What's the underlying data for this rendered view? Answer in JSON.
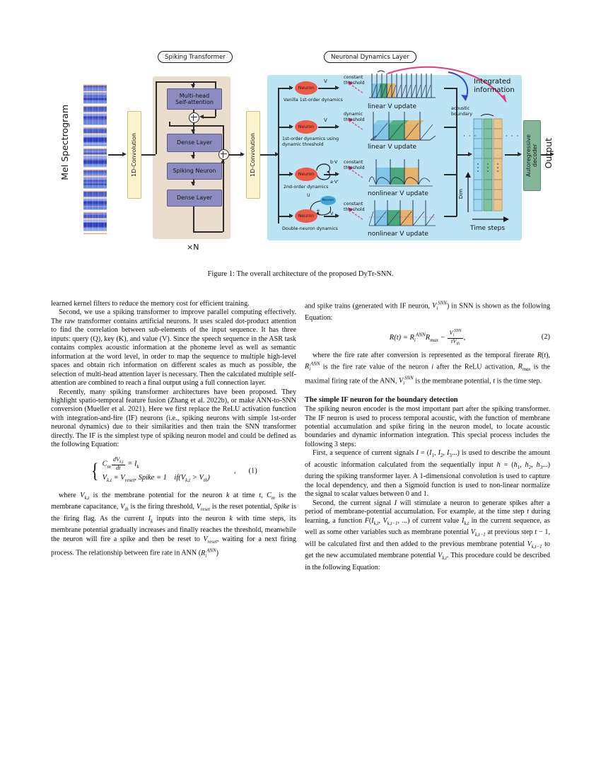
{
  "figure": {
    "labels": {
      "spiking_transformer": "Spiking Transformer",
      "neuronal_dynamics": "Neuronal Dynamics Layer"
    },
    "input_label": "Mel Spectrogram",
    "conv1_label": "1D-Convolution",
    "conv2_label": "1D-Convolution",
    "transformer_blocks": [
      "Multi-head\nSelf-attention",
      "Dense Layer",
      "Spiking Neuron",
      "Dense Layer"
    ],
    "block_mha_line1": "Multi-head",
    "block_mha_line2": "Self-attention",
    "block_dense1": "Dense Layer",
    "block_spiking": "Spiking Neuron",
    "block_dense2": "Dense Layer",
    "repeat_label": "×N",
    "neuron_label": "Neuron",
    "rows": [
      {
        "neuron": "Neuron",
        "signal": "V",
        "threshold_line1": "constant",
        "threshold_line2": "threshold",
        "caption": "Vanilla 1st-order dynamics",
        "update": "linear V update"
      },
      {
        "neuron": "Neuron",
        "signal": "V",
        "threshold_line1": "dynamic",
        "threshold_line2": "threshold",
        "caption_line1": "1st-order dynamics using",
        "caption_line2": "dynamic threshold",
        "update": "linear V update"
      },
      {
        "neuron": "Neuron",
        "feedback_top": "b·V",
        "feedback_bottom": "a·V'",
        "threshold_line1": "constant",
        "threshold_line2": "threshold",
        "caption": "2nd-order dynamics",
        "update": "nonlinear V update"
      },
      {
        "neuron": "Neuron",
        "neuron2": "Neuron",
        "feedback_u": "U",
        "feedback_plus": "+",
        "feedback_v": "V",
        "threshold_line1": "constant",
        "threshold_line2": "threshold",
        "caption": "Double-neuron dynamics",
        "update": "nonlinear V update"
      }
    ],
    "integrated_line1": "Integrated",
    "integrated_line2": "information",
    "acoustic_line1": "acoustic",
    "acoustic_line2": "boundary",
    "dim_axis_label": "Dim",
    "time_axis_label": "Time steps",
    "ellipsis": "· · ·",
    "decoder_label": "Autoregressive\ndecoder",
    "decoder_line1": "Autoregressive",
    "decoder_line2": "decoder",
    "output_label": "Output",
    "colors": {
      "transformer_panel": "#e9ddcd",
      "dynamics_panel": "#bde4f4",
      "block_purple": "#8d8cc0",
      "conv_yellow": "#fcf4ce",
      "decoder_green": "#86b69a",
      "neuron_red": "#ef5a46",
      "neuron_blue": "#3ea8dd",
      "trace_blue": "#7fc6e8",
      "trace_green": "#49a97d",
      "trace_orange": "#e8b268",
      "arrow_pink": "#e8397d",
      "arrow_blue": "#2f49c8"
    }
  },
  "caption": "Figure 1: The overall architecture of the proposed DyTr-SNN.",
  "left_column": {
    "p1": "learned kernel filters to reduce the memory cost for efficient training.",
    "p2": "Second, we use a spiking transformer to improve parallel computing effectively. The raw transformer contains artificial neurons. It uses scaled dot-product attention to find the correlation between sub-elements of the input sequence. It has three inputs: query (Q), key (K), and value (V). Since the speech sequence in the ASR task contains complex acoustic information at the phoneme level as well as semantic information at the word level, in order to map the sequence to multiple high-level spaces and obtain rich information on different scales as much as possible, the selection of multi-head attention layer is necessary. Then the calculated multiple self-attention are combined to reach a final output using a full connection layer.",
    "p3": "Recently, many spiking transformer architectures have been proposed. They highlight spatio-temporal feature fusion (Zhang et al. 2022b), or make ANN-to-SNN conversion (Mueller et al. 2021). Here we first replace the ReLU activation function with integration-and-fire (IF) neurons (i.e., spiking neurons with simple 1st-order neuronal dynamics) due to their similarities and then train the SNN transformer directly. The IF is the simplest type of spiking neuron model and could be defined as the following Equation:",
    "equation1": {
      "line1_lhs": "C",
      "line1_sub": "m",
      "line1_frac_num": "dV",
      "line1_frac_num_sub": "k,t",
      "line1_frac_den": "dt",
      "line1_rhs": "= I",
      "line1_rhs_sub": "k",
      "line2": "V",
      "line2_sub": "k,t",
      "line2_eq": "= V",
      "line2_sub2": "reset",
      "line2_spike": ", Spike = 1",
      "line2_cond": "if(V",
      "line2_cond_sub": "k,t",
      "line2_cond2": "> V",
      "line2_cond_sub2": "th",
      "line2_cond3": ")",
      "number": "(1)",
      "comma": ","
    },
    "p4": "where V_k,t is the membrane potential for the neuron k at time t, C_m is the membrane capacitance, V_th is the firing threshold, V_reset is the reset potential, Spike is the firing flag. As the current I_k inputs into the neuron k with time steps, its membrane potential gradually increases and finally reaches the threshold, meanwhile the neuron will fire a spike and then be reset to V_reset, waiting for a next firing process. The relationship between fire rate in ANN (R_i^ANN)"
  },
  "right_column": {
    "p1": "and spike trains (generated with IF neuron, V_i^SNN) in SNN is shown as the following Equation:",
    "equation2": {
      "lhs": "R(t) = R",
      "lhs_sup": "ANN",
      "lhs_sub": "i",
      "rmax": "R",
      "rmax_sub": "max",
      "minus": "−",
      "frac_num": "V",
      "frac_num_sup": "SNN",
      "frac_num_sub": "i",
      "frac_den": "tV",
      "frac_den_sub": "th",
      "comma": ",",
      "number": "(2)"
    },
    "p2": "where the fire rate after conversion is represented as the temporal firerate R(t), R_i^ANN is the fire rate value of the neuron i after the ReLU activation, R_max is the maximal firing rate of the ANN, V_i^SNN is the membrane potential, t is the time step.",
    "section_heading": "The simple IF neuron for the boundary detection",
    "p3": "The spiking neuron encoder is the most important part after the spiking transformer. The IF neuron is used to process temporal acoustic, with the function of membrane potential accumulation and spike firing in the neuron model, to locate acoustic boundaries and dynamic information integration. This special process includes the following 3 steps:",
    "p4": "First, a sequence of current signals I = (I_1, I_2, I_3...) is used to describe the amount of acoustic information calculated from the sequentially input h = (h_1, h_2, h_3...) during the spiking transformer layer. A 1-dimensional convolution is used to capture the local dependency, and then a Sigmoid function is used to non-linear normalize the signal to scalar values between 0 and 1.",
    "p5": "Second, the current signal I will stimulate a neuron to generate spikes after a period of membrane-potential accumulation. For example, at the time step t during learning, a function F(I_k,t, V_k,t-1, ...) of current value I_k,t in the current sequence, as well as some other variables such as membrane potential V_k,t-1 at previous step t − 1, will be calculated first and then added to the previous membrane potential V_k,t-1 to get the new accumulated membrane potential V_k,t. This procedure could be described in the following Equation:"
  }
}
